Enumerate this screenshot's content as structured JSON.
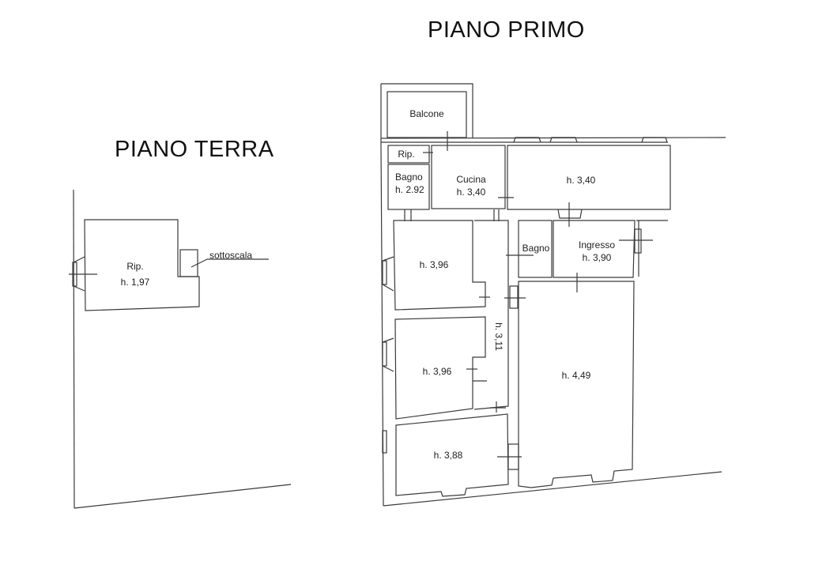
{
  "titles": {
    "ground_floor": "PIANO TERRA",
    "first_floor": "PIANO PRIMO"
  },
  "ground_floor": {
    "rooms": [
      {
        "name": "Rip.",
        "height": "h. 1,97"
      }
    ],
    "annotations": [
      {
        "text": "sottoscala"
      }
    ]
  },
  "first_floor": {
    "rooms": [
      {
        "name": "Balcone",
        "height": ""
      },
      {
        "name": "Rip.",
        "height": ""
      },
      {
        "name": "Bagno",
        "height": "h. 2.92"
      },
      {
        "name": "Cucina",
        "height": "h. 3,40"
      },
      {
        "name": "",
        "height": "h. 3,40"
      },
      {
        "name": "Bagno",
        "height": ""
      },
      {
        "name": "Ingresso",
        "height": "h. 3,90"
      },
      {
        "name": "",
        "height": "h. 3,96"
      },
      {
        "name": "",
        "height": "h. 3,96"
      },
      {
        "name": "",
        "height": "h. 3,11"
      },
      {
        "name": "",
        "height": "h. 4,49"
      },
      {
        "name": "",
        "height": "h. 3,88"
      }
    ]
  },
  "colors": {
    "background": "#ffffff",
    "line": "#333333",
    "text": "#1a1a1a"
  }
}
